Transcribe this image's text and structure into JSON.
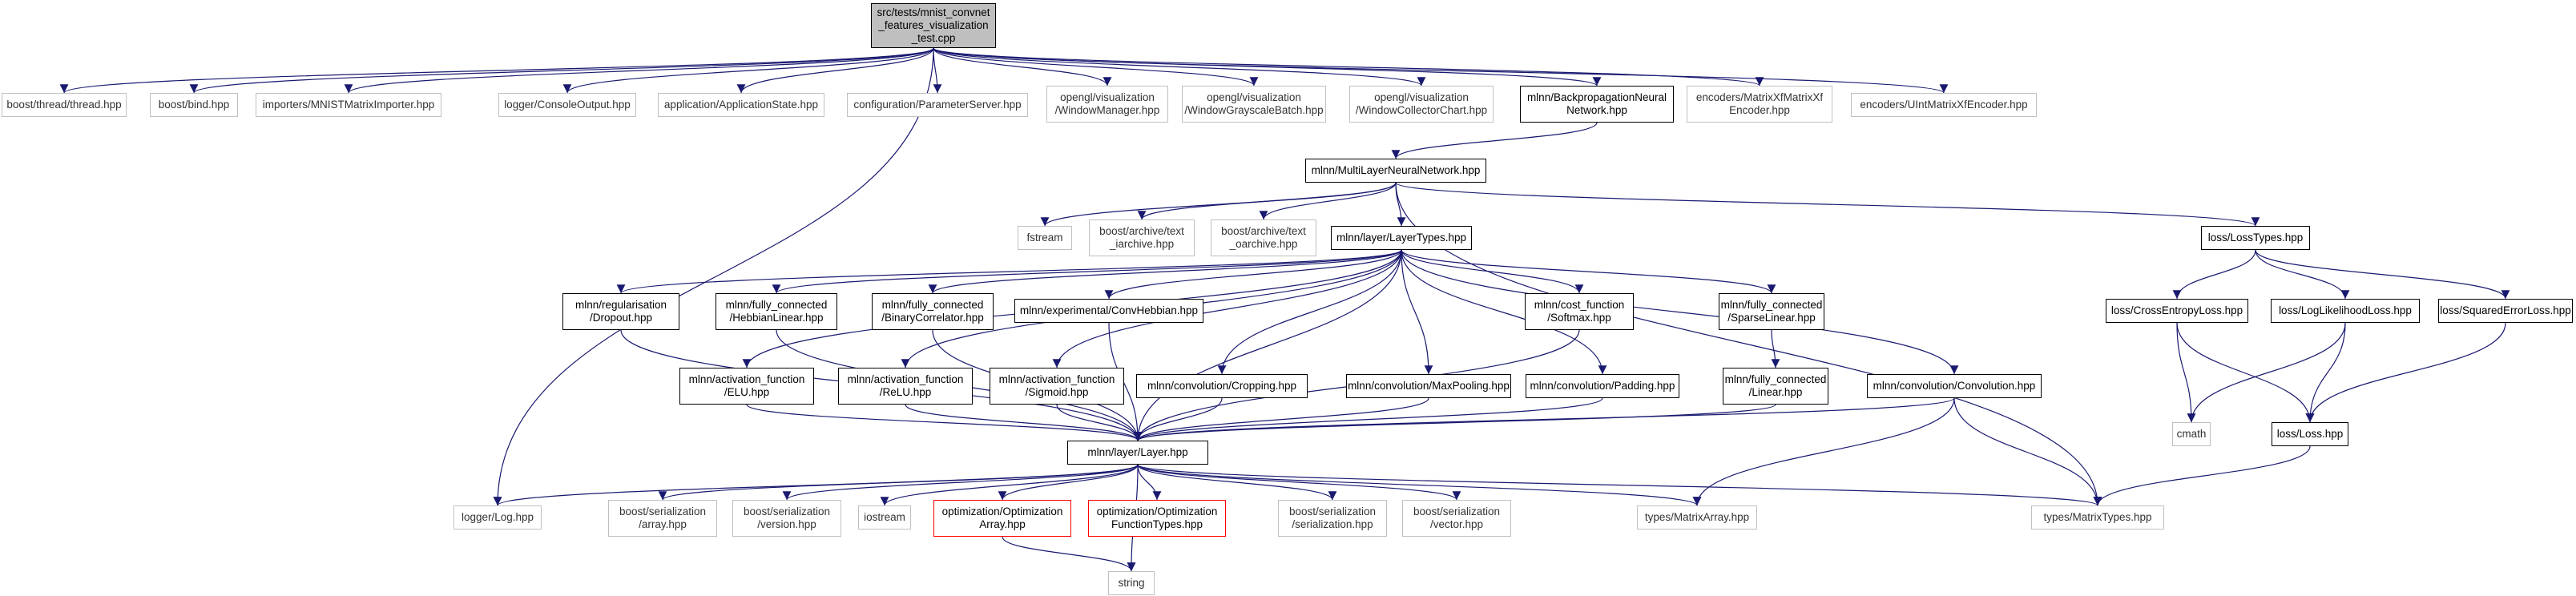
{
  "graph": {
    "colors": {
      "edge": "#191970",
      "root_fill": "#bfbfbf",
      "internal_border": "#000000",
      "external_border": "#c0c0c0",
      "missing_border": "#ff0000"
    },
    "nodes": [
      {
        "id": "root",
        "label": "src/tests/mnist_convnet\n_features_visualization\n_test.cpp",
        "kind": "root"
      },
      {
        "id": "boost_thread",
        "label": "boost/thread/thread.hpp",
        "kind": "external"
      },
      {
        "id": "boost_bind",
        "label": "boost/bind.hpp",
        "kind": "external"
      },
      {
        "id": "mnist_importer",
        "label": "importers/MNISTMatrixImporter.hpp",
        "kind": "external"
      },
      {
        "id": "console_output",
        "label": "logger/ConsoleOutput.hpp",
        "kind": "external"
      },
      {
        "id": "app_state",
        "label": "application/ApplicationState.hpp",
        "kind": "external"
      },
      {
        "id": "param_server",
        "label": "configuration/ParameterServer.hpp",
        "kind": "external"
      },
      {
        "id": "window_manager",
        "label": "opengl/visualization\n/WindowManager.hpp",
        "kind": "external"
      },
      {
        "id": "window_gray",
        "label": "opengl/visualization\n/WindowGrayscaleBatch.hpp",
        "kind": "external"
      },
      {
        "id": "window_collector",
        "label": "opengl/visualization\n/WindowCollectorChart.hpp",
        "kind": "external"
      },
      {
        "id": "backprop",
        "label": "mlnn/BackpropagationNeural\nNetwork.hpp",
        "kind": "internal"
      },
      {
        "id": "matrixxf_enc",
        "label": "encoders/MatrixXfMatrixXf\nEncoder.hpp",
        "kind": "external"
      },
      {
        "id": "uint_enc",
        "label": "encoders/UIntMatrixXfEncoder.hpp",
        "kind": "external"
      },
      {
        "id": "multilayer",
        "label": "mlnn/MultiLayerNeuralNetwork.hpp",
        "kind": "internal"
      },
      {
        "id": "fstream",
        "label": "fstream",
        "kind": "external"
      },
      {
        "id": "text_iarchive",
        "label": "boost/archive/text\n_iarchive.hpp",
        "kind": "external"
      },
      {
        "id": "text_oarchive",
        "label": "boost/archive/text\n_oarchive.hpp",
        "kind": "external"
      },
      {
        "id": "layertypes",
        "label": "mlnn/layer/LayerTypes.hpp",
        "kind": "internal"
      },
      {
        "id": "losstypes",
        "label": "loss/LossTypes.hpp",
        "kind": "internal"
      },
      {
        "id": "dropout",
        "label": "mlnn/regularisation\n/Dropout.hpp",
        "kind": "internal"
      },
      {
        "id": "hebbianlinear",
        "label": "mlnn/fully_connected\n/HebbianLinear.hpp",
        "kind": "internal"
      },
      {
        "id": "binarycorr",
        "label": "mlnn/fully_connected\n/BinaryCorrelator.hpp",
        "kind": "internal"
      },
      {
        "id": "convhebbian",
        "label": "mlnn/experimental/ConvHebbian.hpp",
        "kind": "internal"
      },
      {
        "id": "softmax",
        "label": "mlnn/cost_function\n/Softmax.hpp",
        "kind": "internal"
      },
      {
        "id": "sparselinear",
        "label": "mlnn/fully_connected\n/SparseLinear.hpp",
        "kind": "internal"
      },
      {
        "id": "crossentropy",
        "label": "loss/CrossEntropyLoss.hpp",
        "kind": "internal"
      },
      {
        "id": "loglikelihood",
        "label": "loss/LogLikelihoodLoss.hpp",
        "kind": "internal"
      },
      {
        "id": "squarederror",
        "label": "loss/SquaredErrorLoss.hpp",
        "kind": "internal"
      },
      {
        "id": "elu",
        "label": "mlnn/activation_function\n/ELU.hpp",
        "kind": "internal"
      },
      {
        "id": "relu",
        "label": "mlnn/activation_function\n/ReLU.hpp",
        "kind": "internal"
      },
      {
        "id": "sigmoid",
        "label": "mlnn/activation_function\n/Sigmoid.hpp",
        "kind": "internal"
      },
      {
        "id": "cropping",
        "label": "mlnn/convolution/Cropping.hpp",
        "kind": "internal"
      },
      {
        "id": "maxpooling",
        "label": "mlnn/convolution/MaxPooling.hpp",
        "kind": "internal"
      },
      {
        "id": "padding",
        "label": "mlnn/convolution/Padding.hpp",
        "kind": "internal"
      },
      {
        "id": "linear",
        "label": "mlnn/fully_connected\n/Linear.hpp",
        "kind": "internal"
      },
      {
        "id": "convolution",
        "label": "mlnn/convolution/Convolution.hpp",
        "kind": "internal"
      },
      {
        "id": "cmath",
        "label": "cmath",
        "kind": "external"
      },
      {
        "id": "loss",
        "label": "loss/Loss.hpp",
        "kind": "internal"
      },
      {
        "id": "layer",
        "label": "mlnn/layer/Layer.hpp",
        "kind": "internal"
      },
      {
        "id": "log",
        "label": "logger/Log.hpp",
        "kind": "external"
      },
      {
        "id": "ser_array",
        "label": "boost/serialization\n/array.hpp",
        "kind": "external"
      },
      {
        "id": "ser_version",
        "label": "boost/serialization\n/version.hpp",
        "kind": "external"
      },
      {
        "id": "iostream",
        "label": "iostream",
        "kind": "external"
      },
      {
        "id": "opt_array",
        "label": "optimization/Optimization\nArray.hpp",
        "kind": "missing"
      },
      {
        "id": "opt_functypes",
        "label": "optimization/Optimization\nFunctionTypes.hpp",
        "kind": "missing"
      },
      {
        "id": "ser_serialization",
        "label": "boost/serialization\n/serialization.hpp",
        "kind": "external"
      },
      {
        "id": "ser_vector",
        "label": "boost/serialization\n/vector.hpp",
        "kind": "external"
      },
      {
        "id": "matrixarray",
        "label": "types/MatrixArray.hpp",
        "kind": "external"
      },
      {
        "id": "matrixtypes",
        "label": "types/MatrixTypes.hpp",
        "kind": "external"
      },
      {
        "id": "string",
        "label": "string",
        "kind": "external"
      }
    ],
    "edges": [
      [
        "root",
        "boost_thread"
      ],
      [
        "root",
        "boost_bind"
      ],
      [
        "root",
        "mnist_importer"
      ],
      [
        "root",
        "console_output"
      ],
      [
        "root",
        "app_state"
      ],
      [
        "root",
        "param_server"
      ],
      [
        "root",
        "window_manager"
      ],
      [
        "root",
        "window_gray"
      ],
      [
        "root",
        "window_collector"
      ],
      [
        "root",
        "backprop"
      ],
      [
        "root",
        "matrixxf_enc"
      ],
      [
        "root",
        "uint_enc"
      ],
      [
        "root",
        "log"
      ],
      [
        "backprop",
        "multilayer"
      ],
      [
        "multilayer",
        "fstream"
      ],
      [
        "multilayer",
        "text_iarchive"
      ],
      [
        "multilayer",
        "text_oarchive"
      ],
      [
        "multilayer",
        "layertypes"
      ],
      [
        "multilayer",
        "losstypes"
      ],
      [
        "multilayer",
        "matrixtypes"
      ],
      [
        "layertypes",
        "dropout"
      ],
      [
        "layertypes",
        "hebbianlinear"
      ],
      [
        "layertypes",
        "binarycorr"
      ],
      [
        "layertypes",
        "convhebbian"
      ],
      [
        "layertypes",
        "softmax"
      ],
      [
        "layertypes",
        "sparselinear"
      ],
      [
        "layertypes",
        "elu"
      ],
      [
        "layertypes",
        "relu"
      ],
      [
        "layertypes",
        "sigmoid"
      ],
      [
        "layertypes",
        "cropping"
      ],
      [
        "layertypes",
        "maxpooling"
      ],
      [
        "layertypes",
        "padding"
      ],
      [
        "layertypes",
        "convolution"
      ],
      [
        "layertypes",
        "layer"
      ],
      [
        "losstypes",
        "crossentropy"
      ],
      [
        "losstypes",
        "loglikelihood"
      ],
      [
        "losstypes",
        "squarederror"
      ],
      [
        "crossentropy",
        "cmath"
      ],
      [
        "crossentropy",
        "loss"
      ],
      [
        "loglikelihood",
        "cmath"
      ],
      [
        "loglikelihood",
        "loss"
      ],
      [
        "squarederror",
        "loss"
      ],
      [
        "loss",
        "matrixtypes"
      ],
      [
        "dropout",
        "layer"
      ],
      [
        "hebbianlinear",
        "layer"
      ],
      [
        "binarycorr",
        "layer"
      ],
      [
        "convhebbian",
        "layer"
      ],
      [
        "softmax",
        "layer"
      ],
      [
        "sparselinear",
        "linear"
      ],
      [
        "linear",
        "layer"
      ],
      [
        "elu",
        "layer"
      ],
      [
        "relu",
        "layer"
      ],
      [
        "sigmoid",
        "layer"
      ],
      [
        "cropping",
        "layer"
      ],
      [
        "maxpooling",
        "layer"
      ],
      [
        "padding",
        "layer"
      ],
      [
        "convolution",
        "layer"
      ],
      [
        "convolution",
        "matrixarray"
      ],
      [
        "convolution",
        "matrixtypes"
      ],
      [
        "layer",
        "log"
      ],
      [
        "layer",
        "ser_array"
      ],
      [
        "layer",
        "ser_version"
      ],
      [
        "layer",
        "iostream"
      ],
      [
        "layer",
        "opt_array"
      ],
      [
        "layer",
        "opt_functypes"
      ],
      [
        "layer",
        "ser_serialization"
      ],
      [
        "layer",
        "ser_vector"
      ],
      [
        "layer",
        "matrixarray"
      ],
      [
        "layer",
        "matrixtypes"
      ],
      [
        "layer",
        "string"
      ],
      [
        "opt_array",
        "string"
      ]
    ]
  }
}
